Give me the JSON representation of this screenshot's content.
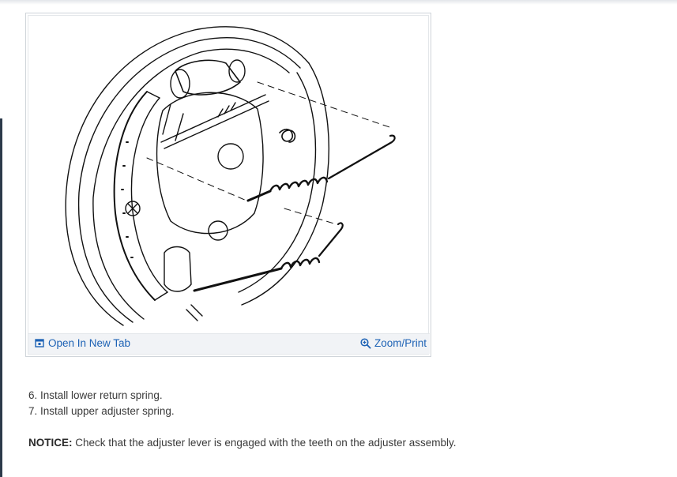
{
  "figure": {
    "open_label": "Open In New Tab",
    "zoom_label": "Zoom/Print",
    "icons": {
      "open": "open-new-tab-icon",
      "zoom": "zoom-in-icon"
    }
  },
  "steps": [
    "6. Install lower return spring.",
    "7. Install upper adjuster spring."
  ],
  "notice": {
    "label": "NOTICE:",
    "text": " Check that the adjuster lever is engaged with the teeth on the adjuster assembly."
  },
  "colors": {
    "link": "#1d62b5",
    "toolbar_bg": "#f1f3f6",
    "text": "#3a3a3a"
  }
}
